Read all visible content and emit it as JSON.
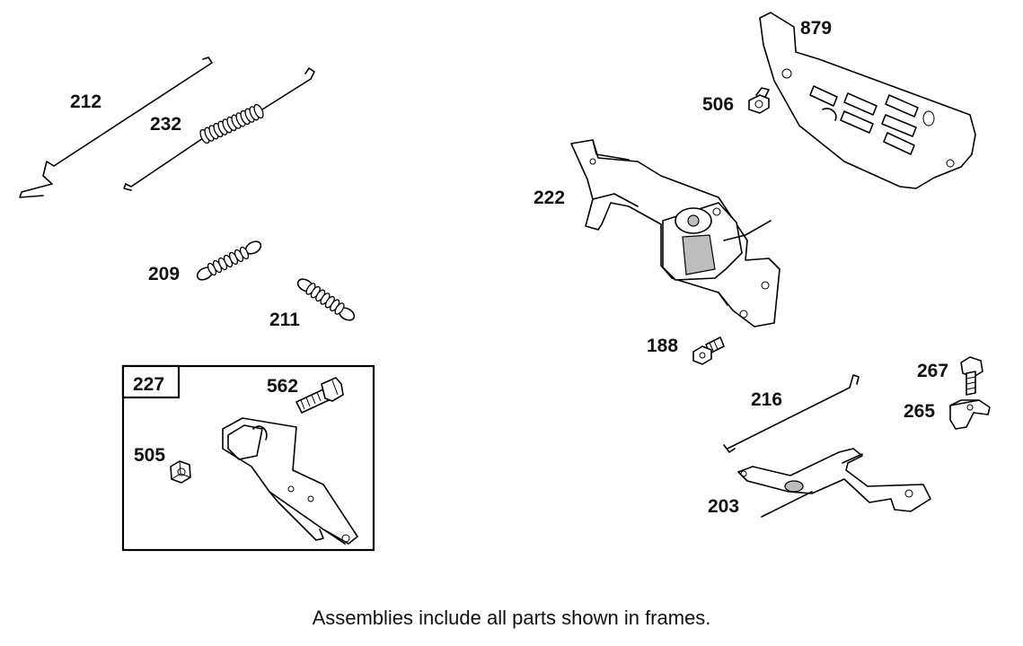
{
  "parts": {
    "p212": "212",
    "p232": "232",
    "p209": "209",
    "p211": "211",
    "p227": "227",
    "p562": "562",
    "p505": "505",
    "p879": "879",
    "p506": "506",
    "p222": "222",
    "p188": "188",
    "p216": "216",
    "p267": "267",
    "p265": "265",
    "p203": "203"
  },
  "footer": {
    "note": "Assemblies include all parts shown in frames."
  }
}
